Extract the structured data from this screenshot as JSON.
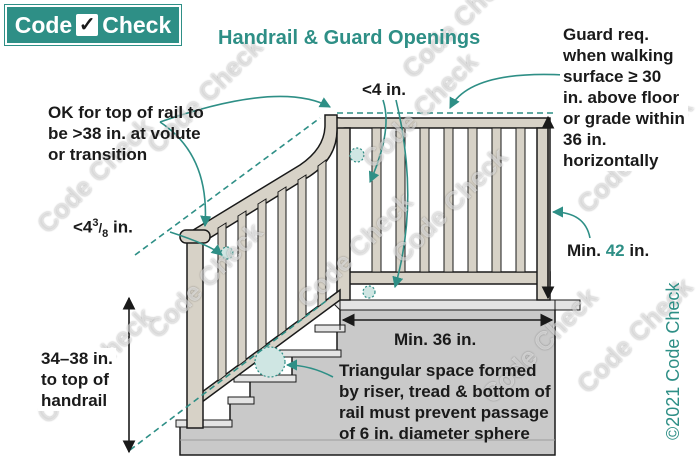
{
  "brand": {
    "logo_word1": "Code",
    "logo_check": "✓",
    "logo_word2": "Check",
    "copyright": "©2021 Code Check",
    "watermark": "Code Check"
  },
  "diagram": {
    "title": "Handrail & Guard Openings",
    "labels": {
      "guard_req": [
        "Guard req.",
        "when walking",
        "surface ≥ 30",
        "in. above floor",
        "or grade within",
        "36 in.",
        "horizontally"
      ],
      "ok_top_rail": [
        "OK for top of rail to",
        "be >38 in. at volute",
        "or transition"
      ],
      "lt4": "<4 in.",
      "lt4_3_8_prefix": "<4",
      "lt4_3_8_frac_num": "3",
      "lt4_3_8_frac_den": "8",
      "lt4_3_8_suffix": " in.",
      "min42_prefix": "Min. ",
      "min42_value": "42",
      "min42_suffix": " in.",
      "min36": "Min. 36 in.",
      "handrail_height": [
        "34–38 in.",
        "to top of",
        "handrail"
      ],
      "triangle": [
        "Triangular space formed",
        "by riser, tread & bottom of",
        "rail must prevent passage",
        "of 6 in. diameter sphere"
      ]
    }
  },
  "colors": {
    "accent": "#2e8f86",
    "wood": "#d7d2c7",
    "wood_shade": "#b9b3a5",
    "stair": "#c9c9c9",
    "stair_dark": "#9d9d9d",
    "line": "#1a1a1a"
  }
}
